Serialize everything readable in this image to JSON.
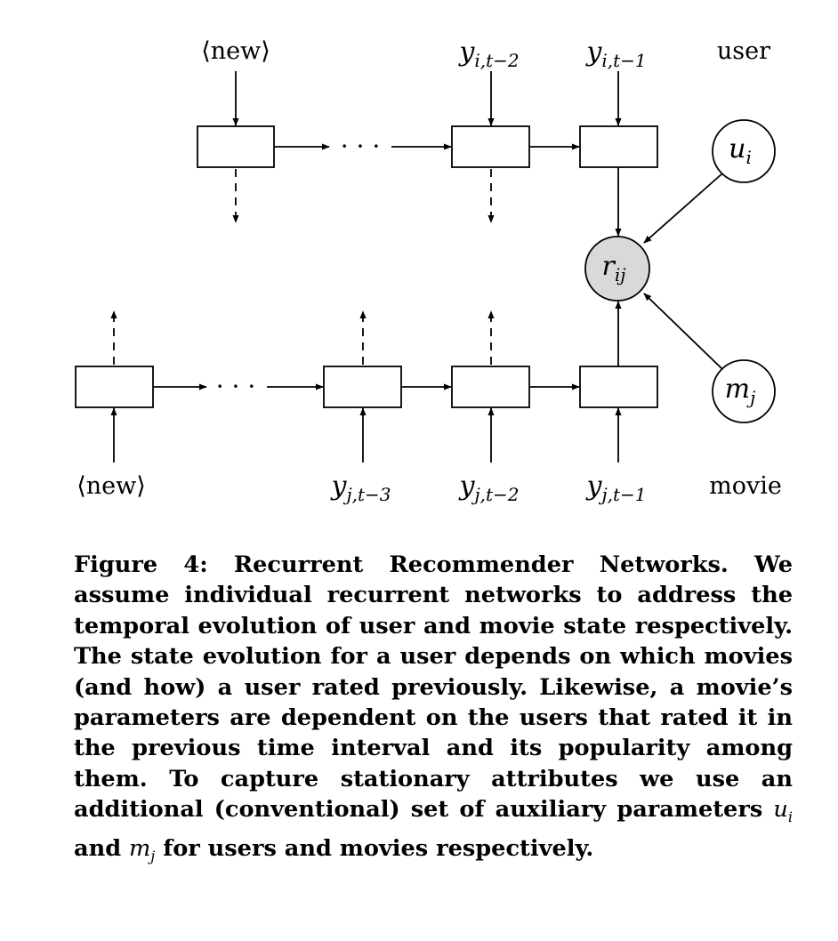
{
  "figure": {
    "user_row_label": "user",
    "movie_row_label": "movie",
    "new_label": "⟨new⟩",
    "ellipsis": "· · ·",
    "user_inputs": [
      {
        "var": "y",
        "sub": "i,t−2"
      },
      {
        "var": "y",
        "sub": "i,t−1"
      }
    ],
    "movie_inputs": [
      {
        "var": "y",
        "sub": "j,t−3"
      },
      {
        "var": "y",
        "sub": "j,t−2"
      },
      {
        "var": "y",
        "sub": "j,t−1"
      }
    ],
    "nodes": {
      "rating": {
        "var": "r",
        "sub": "ij"
      },
      "user_aux": {
        "var": "u",
        "sub": "i"
      },
      "movie_aux": {
        "var": "m",
        "sub": "j"
      }
    }
  },
  "caption": {
    "lead": "Figure 4: Recurrent Recommender Networks. We assume individual recurrent networks to address the temporal evolution of user and movie state respectively. The state evolution for a user depends on which movies (and how) a user rated previously. Likewise, a movie’s parameters are dependent on the users that rated it in the previous time interval and its popularity among them. To capture stationary attributes we use an additional (conventional) set of auxiliary parameters",
    "math1_var": "u",
    "math1_sub": "i",
    "middle": "and",
    "math2_var": "m",
    "math2_sub": "j",
    "tail": "for users and movies respectively."
  }
}
